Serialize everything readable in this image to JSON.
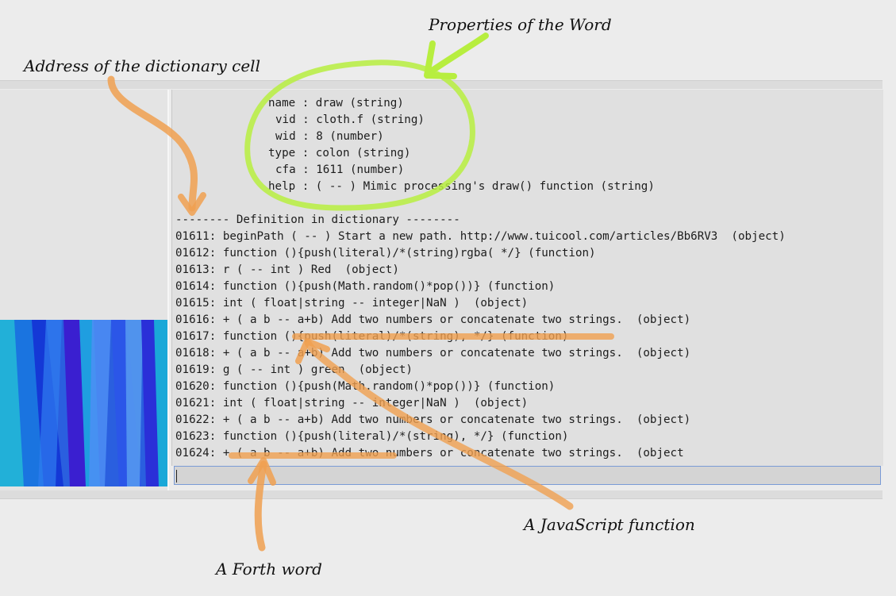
{
  "annotations": {
    "properties_label": "Properties of the Word",
    "address_label": "Address of the dictionary cell",
    "js_function_label": "A JavaScript function",
    "forth_word_label": "A Forth word"
  },
  "colors": {
    "green_annotation": "#b7ee3f",
    "orange_annotation": "#f0a050",
    "console_bg": "#e0e0e0",
    "input_border": "#7a9bd6"
  },
  "properties": [
    {
      "key": "name",
      "value": "draw (string)"
    },
    {
      "key": "vid",
      "value": "cloth.f (string)"
    },
    {
      "key": "wid",
      "value": "8 (number)"
    },
    {
      "key": "type",
      "value": "colon (string)"
    },
    {
      "key": "cfa",
      "value": "1611 (number)"
    },
    {
      "key": "help",
      "value": "( -- ) Mimic processing's draw() function (string)"
    }
  ],
  "definition_header": "-------- Definition in dictionary --------",
  "definition_rows": [
    {
      "address": "01611",
      "content": "beginPath ( -- ) Start a new path. http://www.tuicool.com/articles/Bb6RV3  (object)"
    },
    {
      "address": "01612",
      "content": "function (){push(literal)/*(string)rgba( */} (function)"
    },
    {
      "address": "01613",
      "content": "r ( -- int ) Red  (object)"
    },
    {
      "address": "01614",
      "content": "function (){push(Math.random()*pop())} (function)"
    },
    {
      "address": "01615",
      "content": "int ( float|string -- integer|NaN )  (object)"
    },
    {
      "address": "01616",
      "content": "+ ( a b -- a+b) Add two numbers or concatenate two strings.  (object)"
    },
    {
      "address": "01617",
      "content": "function (){push(literal)/*(string), */} (function)"
    },
    {
      "address": "01618",
      "content": "+ ( a b -- a+b) Add two numbers or concatenate two strings.  (object)"
    },
    {
      "address": "01619",
      "content": "g ( -- int ) green  (object)"
    },
    {
      "address": "01620",
      "content": "function (){push(Math.random()*pop())} (function)"
    },
    {
      "address": "01621",
      "content": "int ( float|string -- integer|NaN )  (object)"
    },
    {
      "address": "01622",
      "content": "+ ( a b -- a+b) Add two numbers or concatenate two strings.  (object)"
    },
    {
      "address": "01623",
      "content": "function (){push(literal)/*(string), */} (function)"
    },
    {
      "address": "01624",
      "content": "+ ( a b -- a+b) Add two numbers or concatenate two strings.  (object"
    }
  ],
  "input": {
    "value": ""
  }
}
